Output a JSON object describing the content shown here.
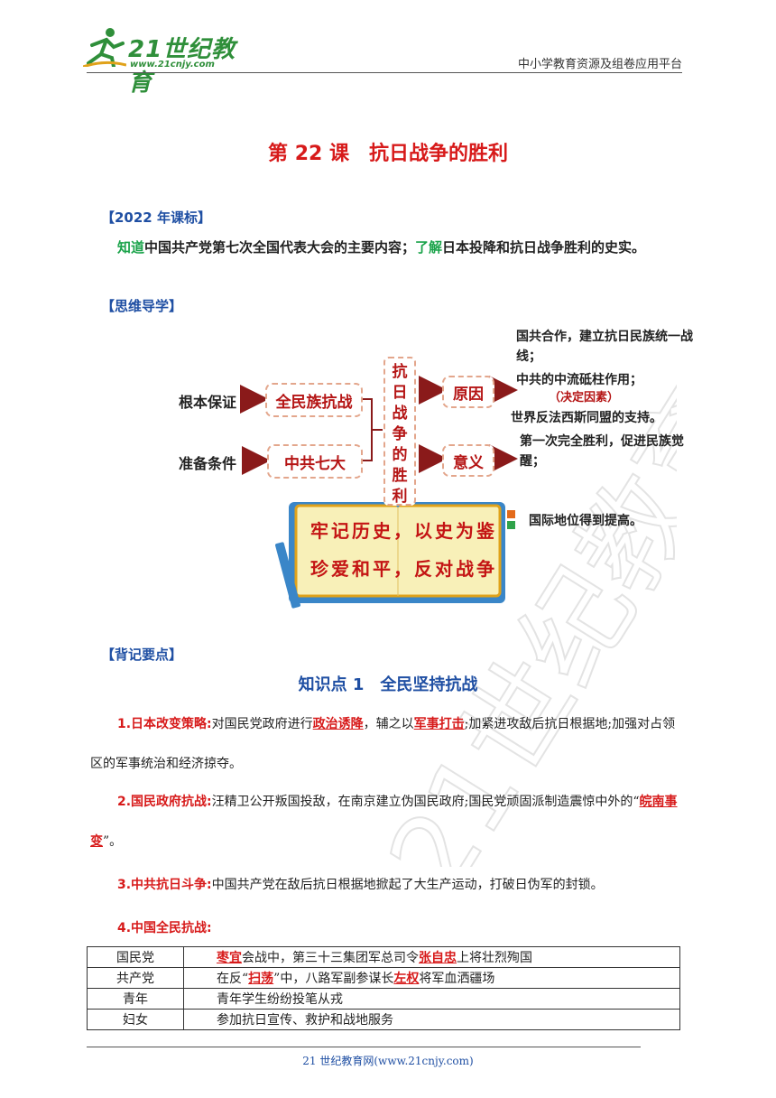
{
  "header": {
    "brand": "21世纪教育",
    "url": "www.21cnjy.com",
    "platform": "中小学教育资源及组卷应用平台"
  },
  "title": "第 22 课　抗日战争的胜利",
  "standard": {
    "heading": "【2022 年课标】",
    "verb1": "知道",
    "text1": "中国共产党第七次全国代表大会的主要内容；",
    "verb2": "了解",
    "text2": "日本投降和抗日战争胜利的史实。"
  },
  "mindmap": {
    "heading": "【思维导学】",
    "label_guarantee": "根本保证",
    "label_prep": "准备条件",
    "box_allpeople": "全民族抗战",
    "box_ccp7": "中共七大",
    "center": [
      "抗",
      "日",
      "战",
      "争",
      "的",
      "胜",
      "利"
    ],
    "box_reason": "原因",
    "box_meaning": "意义",
    "reason_1": "国共合作，建立抗日民族统一战线；",
    "reason_2": "中共的中流砥柱作用；",
    "reason_2_note": "（决定因素）",
    "reason_3": "世界反法西斯同盟的支持。",
    "meaning_1": "第一次完全胜利，促进民族觉醒；",
    "meaning_2": "国际地位得到提高。",
    "book_line1": "牢记历史，以史为鉴",
    "book_line2": "珍爱和平，反对战争"
  },
  "memo": {
    "heading": "【背记要点】",
    "kp_title": "知识点 1　全民坚持抗战",
    "p1": {
      "label": "1.日本改变策略:",
      "t1": "对国民党政府进行",
      "k1": "政治诱降",
      "t2": "，辅之以",
      "k2": "军事打击",
      "t3": ";加紧进攻敌后抗日根据地;加强对占领区的军事统治和经济掠夺。"
    },
    "p2": {
      "label": "2.国民政府抗战:",
      "t1": "汪精卫公开叛国投敌，在南京建立伪国民政府;国民党顽固派制造震惊中外的“",
      "k1": "皖南事变",
      "t2": "”。"
    },
    "p3": {
      "label": "3.中共抗日斗争:",
      "t1": "中国共产党在敌后抗日根据地掀起了大生产运动，打破日伪军的封锁。"
    },
    "p4": {
      "label": "4.中国全民抗战:"
    }
  },
  "table": {
    "rows": [
      {
        "group": "国民党",
        "k1": "枣宜",
        "t1": "会战中，第三十三集团军总司令",
        "k2": "张自忠",
        "t2": "上将壮烈殉国"
      },
      {
        "group": "共产党",
        "t0": "在反“",
        "k1": "扫荡",
        "t1": "”中，八路军副参谋长",
        "k2": "左权",
        "t2": "将军血洒疆场"
      },
      {
        "group": "青年",
        "t0": "青年学生纷纷投笔从戎"
      },
      {
        "group": "妇女",
        "t0": "参加抗日宣传、救护和战地服务"
      }
    ]
  },
  "footer": "21 世纪教育网(www.21cnjy.com)",
  "watermark_text": "21世纪教育网",
  "colors": {
    "red": "#d71a1a",
    "blue": "#1f4fa3",
    "green": "#1aa34a",
    "dashed": "#e3a68c"
  }
}
